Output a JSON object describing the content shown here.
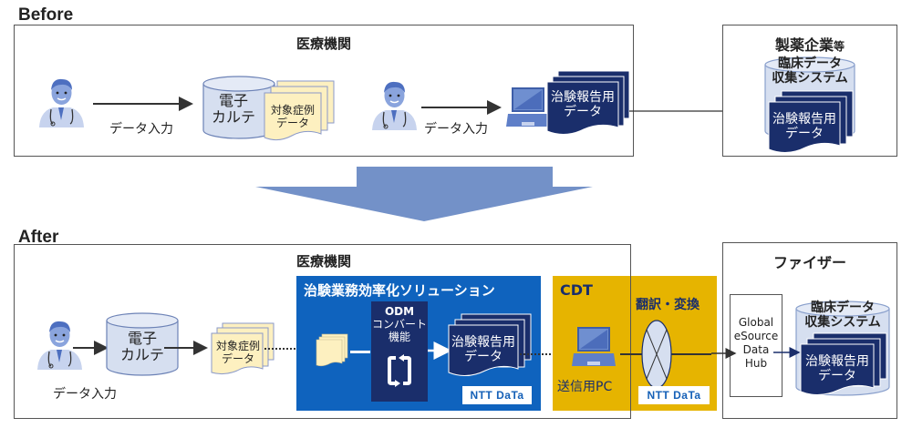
{
  "before": {
    "section_label": "Before",
    "hospital": {
      "title": "医療機関",
      "input_label_1": "データ入力",
      "input_label_2": "データ入力",
      "emr": [
        "電子",
        "カルテ"
      ],
      "case_data": [
        "対象症例",
        "データ"
      ],
      "report_data": [
        "治験報告用",
        "データ"
      ]
    },
    "pharma": {
      "title_main": "製薬企業",
      "title_suffix": "等",
      "system": [
        "臨床データ",
        "収集システム"
      ],
      "report_data": [
        "治験報告用",
        "データ"
      ]
    }
  },
  "transition_arrow": {
    "direction": "down",
    "color": "#7391c8"
  },
  "after": {
    "section_label": "After",
    "hospital": {
      "title": "医療機関",
      "input_label": "データ入力",
      "emr": [
        "電子",
        "カルテ"
      ],
      "case_data": [
        "対象症例",
        "データ"
      ]
    },
    "solution": {
      "title": "治験業務効率化ソリューション",
      "converter": [
        "ODM",
        "コンバート",
        "機能"
      ],
      "report_data": [
        "治験報告用",
        "データ"
      ],
      "vendor_logo": "NTT DaTa",
      "color": "#0f63be"
    },
    "cdt": {
      "title": "CDT",
      "pc_label": "送信用PC",
      "translate_label": "翻訳・変換",
      "vendor_logo": "NTT DaTa",
      "color": "#e6b400"
    },
    "pfizer": {
      "title": "ファイザー",
      "hub": [
        "Global",
        "eSource",
        "Data",
        "Hub"
      ],
      "system": [
        "臨床データ",
        "収集システム"
      ],
      "report_data": [
        "治験報告用",
        "データ"
      ]
    }
  },
  "colors": {
    "navy_doc": "#1a2e6b",
    "yellow_doc": "#fdf0c0",
    "cylinder": "#d6dff0",
    "icon_blue": "#6f8fd0"
  }
}
